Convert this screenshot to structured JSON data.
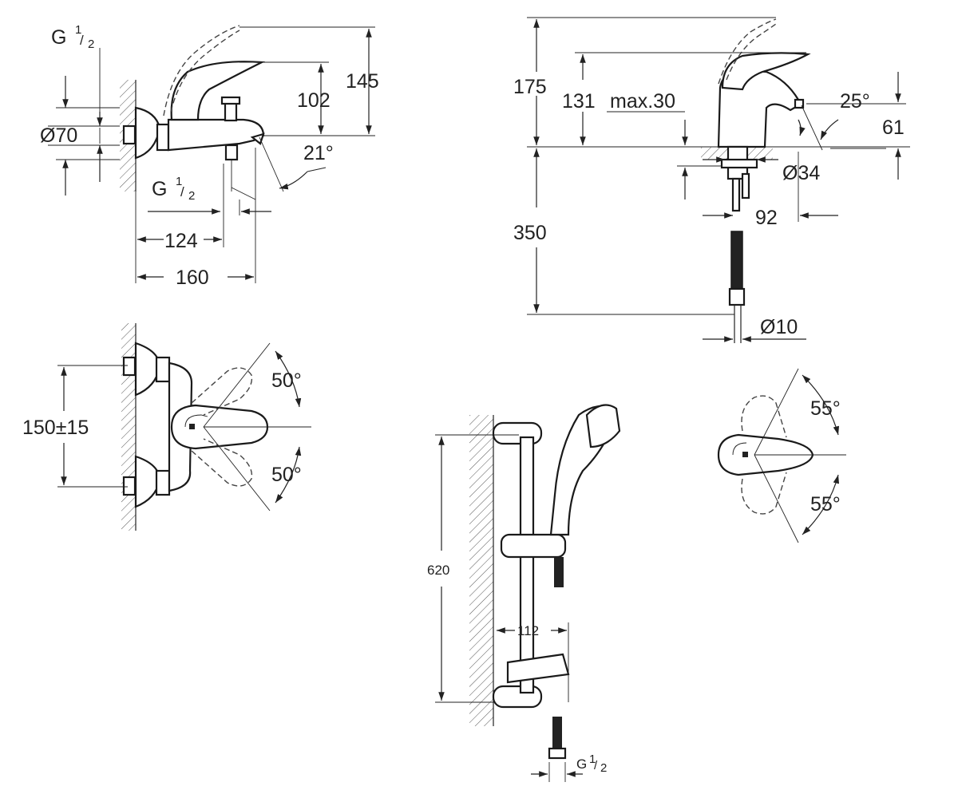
{
  "bath_mixer_side": {
    "thread_top": "G",
    "thread_top_sup": "1",
    "thread_top_sub": "2",
    "dia": "Ø70",
    "h102": "102",
    "h145": "145",
    "angle": "21°",
    "thread_bottom": "G",
    "thread_bottom_sup": "1",
    "thread_bottom_sub": "2",
    "w124": "124",
    "w160": "160"
  },
  "bath_mixer_top": {
    "spacing": "150±15",
    "angle_up": "50°",
    "angle_down": "50°"
  },
  "basin_mixer_side": {
    "h175": "175",
    "h131": "131",
    "max30": "max.30",
    "angle": "25°",
    "h61": "61",
    "dia34": "Ø34",
    "w92": "92",
    "h350": "350",
    "dia10": "Ø10"
  },
  "basin_mixer_top": {
    "angle_up": "55°",
    "angle_down": "55°"
  },
  "shower_rail": {
    "h620": "620",
    "w112": "112",
    "thread": "G",
    "thread_sup": "1",
    "thread_sub": "2"
  }
}
